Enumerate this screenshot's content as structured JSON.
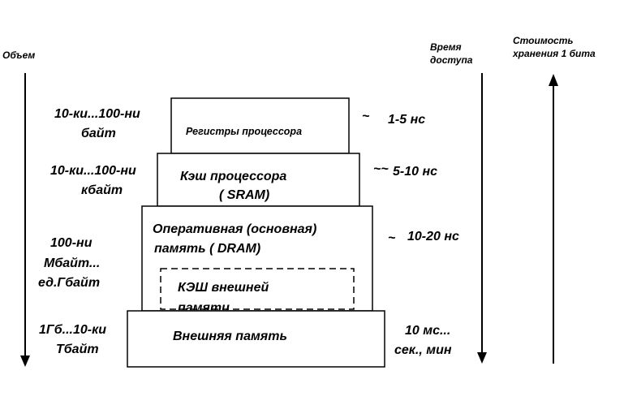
{
  "axes": {
    "volume_label": "Объем",
    "access_time_label": [
      "Время",
      "доступа"
    ],
    "cost_label": [
      "Стоимость",
      "хранения 1 бита"
    ]
  },
  "levels": [
    {
      "id": "registers",
      "label": [
        "Регистры процессора"
      ],
      "size": [
        "10-ки...100-ни",
        "байт"
      ],
      "tilde": "~",
      "time": [
        "1-5 нс"
      ]
    },
    {
      "id": "cpu-cache",
      "label": [
        "Кэш процессора",
        "( SRAM)"
      ],
      "size": [
        "10-ки...100-ни",
        "кбайт"
      ],
      "tilde": "~~",
      "time": [
        "5-10 нс"
      ]
    },
    {
      "id": "ram",
      "label": [
        "Оперативная (основная)",
        "память ( DRAM)"
      ],
      "size": [
        "100-ни",
        "Мбайт...",
        "ед.Гбайт"
      ],
      "tilde": "~",
      "time": [
        "10-20 нс"
      ]
    },
    {
      "id": "external",
      "label": [
        "Внешняя память"
      ],
      "size": [
        "1Гб...10-ки",
        "Тбайт"
      ],
      "tilde": "",
      "time": [
        "10 мс...",
        "сек., мин"
      ]
    }
  ],
  "ext_cache": {
    "label": [
      "КЭШ внешней",
      "памяти"
    ]
  }
}
